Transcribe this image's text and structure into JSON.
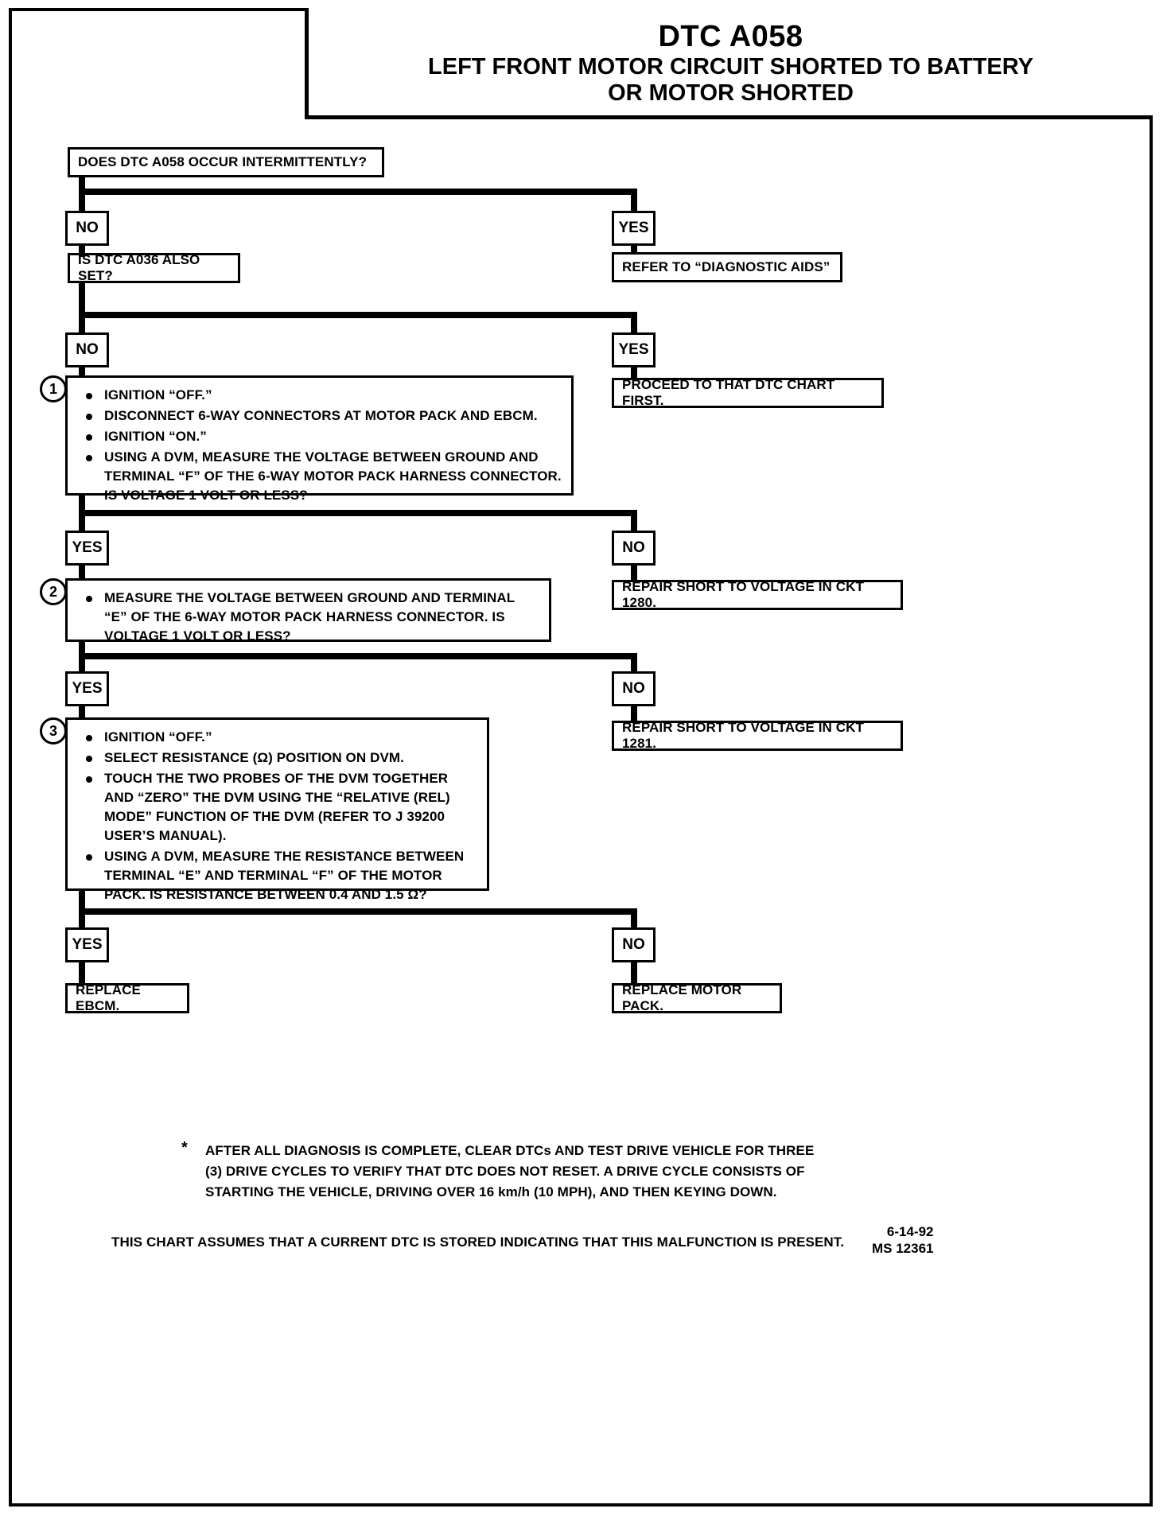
{
  "title": {
    "code": "DTC A058",
    "line1": "LEFT FRONT MOTOR CIRCUIT SHORTED TO BATTERY",
    "line2": "OR MOTOR SHORTED"
  },
  "labels": {
    "yes": "YES",
    "no": "NO"
  },
  "nodes": {
    "q1": "DOES DTC A058 OCCUR INTERMITTENTLY?",
    "q1_yes_result": "REFER TO “DIAGNOSTIC AIDS”",
    "q2": "IS DTC A036 ALSO SET?",
    "q2_yes_result": "PROCEED TO THAT DTC CHART FIRST.",
    "step1_number": "1",
    "step1_bullets": [
      "IGNITION “OFF.”",
      "DISCONNECT 6-WAY CONNECTORS AT MOTOR PACK AND EBCM.",
      "IGNITION “ON.”",
      "USING A DVM, MEASURE THE VOLTAGE BETWEEN GROUND AND TERMINAL “F” OF THE 6-WAY MOTOR PACK HARNESS CONNECTOR. IS VOLTAGE 1 VOLT OR LESS?"
    ],
    "step1_no_result": "REPAIR SHORT TO VOLTAGE IN CKT 1280.",
    "step2_number": "2",
    "step2_bullets": [
      "MEASURE THE VOLTAGE BETWEEN GROUND AND TERMINAL “E” OF THE 6-WAY MOTOR PACK HARNESS CONNECTOR. IS VOLTAGE 1 VOLT OR LESS?"
    ],
    "step2_no_result": "REPAIR SHORT TO VOLTAGE IN CKT 1281.",
    "step3_number": "3",
    "step3_bullets": [
      "IGNITION “OFF.”",
      "SELECT RESISTANCE (Ω) POSITION ON DVM.",
      "TOUCH THE TWO PROBES OF THE DVM TOGETHER AND “ZERO” THE DVM USING THE “RELATIVE (REL) MODE” FUNCTION OF THE DVM (REFER TO J 39200 USER’S MANUAL).",
      "USING A DVM, MEASURE THE RESISTANCE BETWEEN TERMINAL “E” AND TERMINAL “F” OF THE MOTOR PACK. IS RESISTANCE BETWEEN 0.4 AND 1.5 Ω?"
    ],
    "step3_yes_result": "REPLACE EBCM.",
    "step3_no_result": "REPLACE MOTOR PACK."
  },
  "footer": {
    "star": "*",
    "note_line1": "AFTER ALL DIAGNOSIS IS COMPLETE, CLEAR DTCs AND TEST DRIVE VEHICLE FOR THREE",
    "note_line2": "(3) DRIVE CYCLES TO VERIFY THAT DTC DOES NOT RESET.  A DRIVE CYCLE CONSISTS OF",
    "note_line3": "STARTING THE VEHICLE, DRIVING OVER 16 km/h (10 MPH), AND THEN KEYING DOWN.",
    "assumption": "THIS CHART ASSUMES THAT A CURRENT DTC IS STORED INDICATING THAT THIS MALFUNCTION IS PRESENT.",
    "date": "6-14-92",
    "doc_id": "MS 12361"
  }
}
